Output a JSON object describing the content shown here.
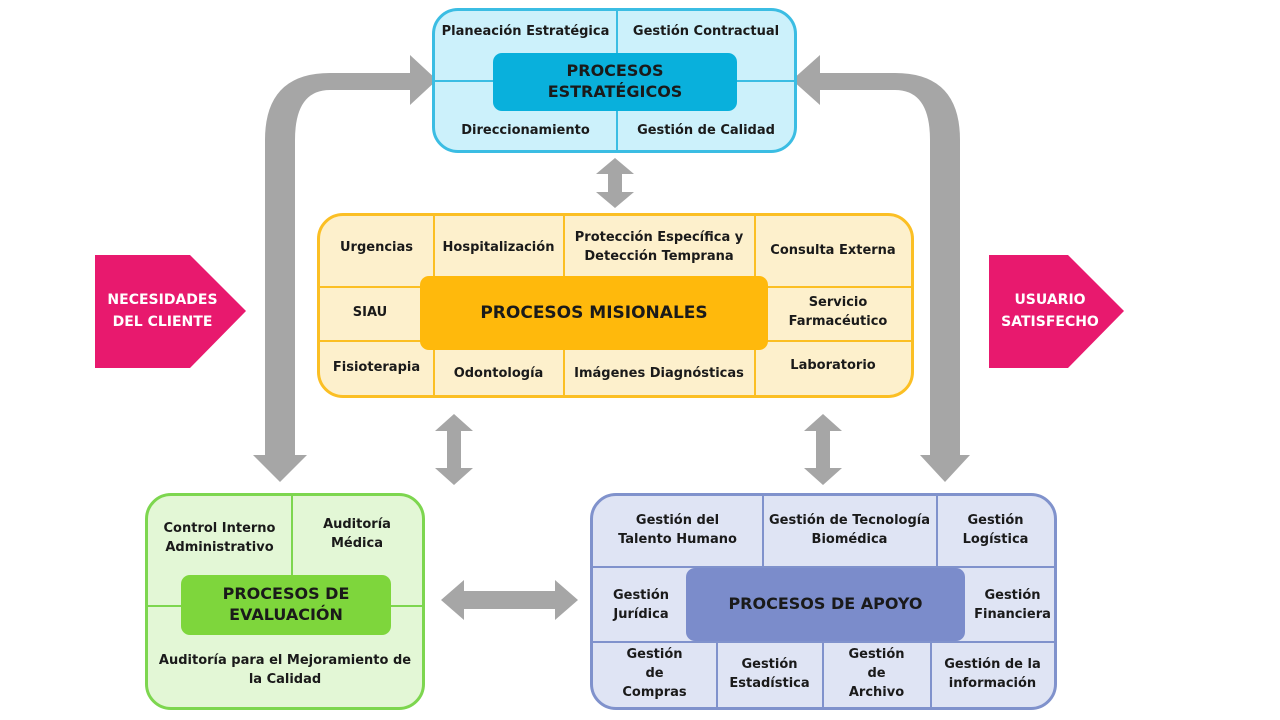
{
  "strategic": {
    "title": "PROCESOS ESTRATÉGICOS",
    "cells": [
      "Planeación Estratégica",
      "Gestión Contractual",
      "Direccionamiento",
      "Gestión de Calidad"
    ],
    "colors": {
      "border": "#3bbde3",
      "fill": "#ccf1fb",
      "title_fill": "#09b0dc"
    }
  },
  "missional": {
    "title": "PROCESOS MISIONALES",
    "cells": [
      "Urgencias",
      "Hospitalización",
      "Protección Específica y Detección Temprana",
      "Consulta Externa",
      "SIAU",
      "Servicio Farmacéutico",
      "Fisioterapia",
      "Odontología",
      "Imágenes Diagnósticas",
      "Laboratorio"
    ],
    "colors": {
      "border": "#fbbf24",
      "fill": "#fdf0cc",
      "title_fill": "#ffb90c"
    }
  },
  "evaluation": {
    "title": "PROCESOS DE EVALUACIÓN",
    "cells": [
      "Control Interno Administrativo",
      "Auditoría Médica",
      "Auditoría para el Mejoramiento de la Calidad"
    ],
    "colors": {
      "border": "#7dd64f",
      "fill": "#e3f7d6",
      "title_fill": "#7ed63c"
    }
  },
  "support": {
    "title": "PROCESOS DE APOYO",
    "cells": [
      "Gestión del Talento Humano",
      "Gestión de Tecnología Biomédica",
      "Gestión Logística",
      "Gestión Jurídica",
      "Gestión Financiera",
      "Gestión de Compras",
      "Gestión Estadística",
      "Gestión de Archivo",
      "Gestión de la información"
    ],
    "colors": {
      "border": "#8092cc",
      "fill": "#dfe4f4",
      "title_fill": "#7b8ccb"
    }
  },
  "input_arrow": {
    "label": "NECESIDADES DEL CLIENTE",
    "color": "#e8196e"
  },
  "output_arrow": {
    "label": "USUARIO SATISFECHO",
    "color": "#e8196e"
  },
  "connector_color": "#a6a6a6"
}
